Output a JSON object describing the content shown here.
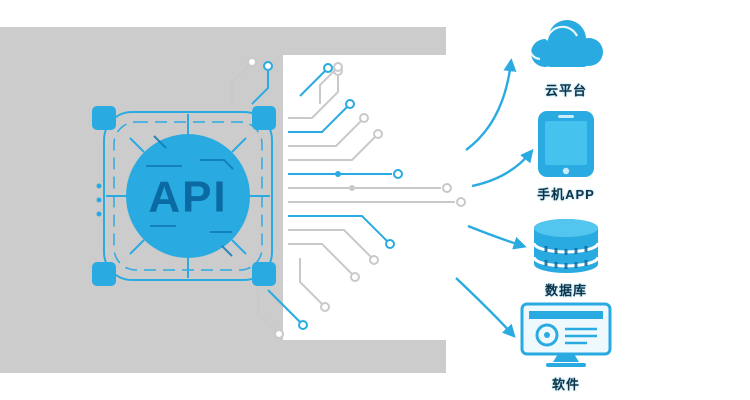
{
  "illustration": {
    "center_label": "API",
    "colors": {
      "accent_blue": "#29abe2",
      "dark_blue": "#0a6aa1",
      "panel_gray": "#cccccc",
      "trace_gray": "#c9c9c9",
      "background": "#ffffff"
    }
  },
  "endpoints": [
    {
      "id": "cloud-platform",
      "label": "云平台",
      "icon": "cloud-icon"
    },
    {
      "id": "mobile-app",
      "label": "手机APP",
      "icon": "smartphone-icon"
    },
    {
      "id": "database",
      "label": "数据库",
      "icon": "database-icon"
    },
    {
      "id": "software",
      "label": "软件",
      "icon": "monitor-icon"
    }
  ]
}
